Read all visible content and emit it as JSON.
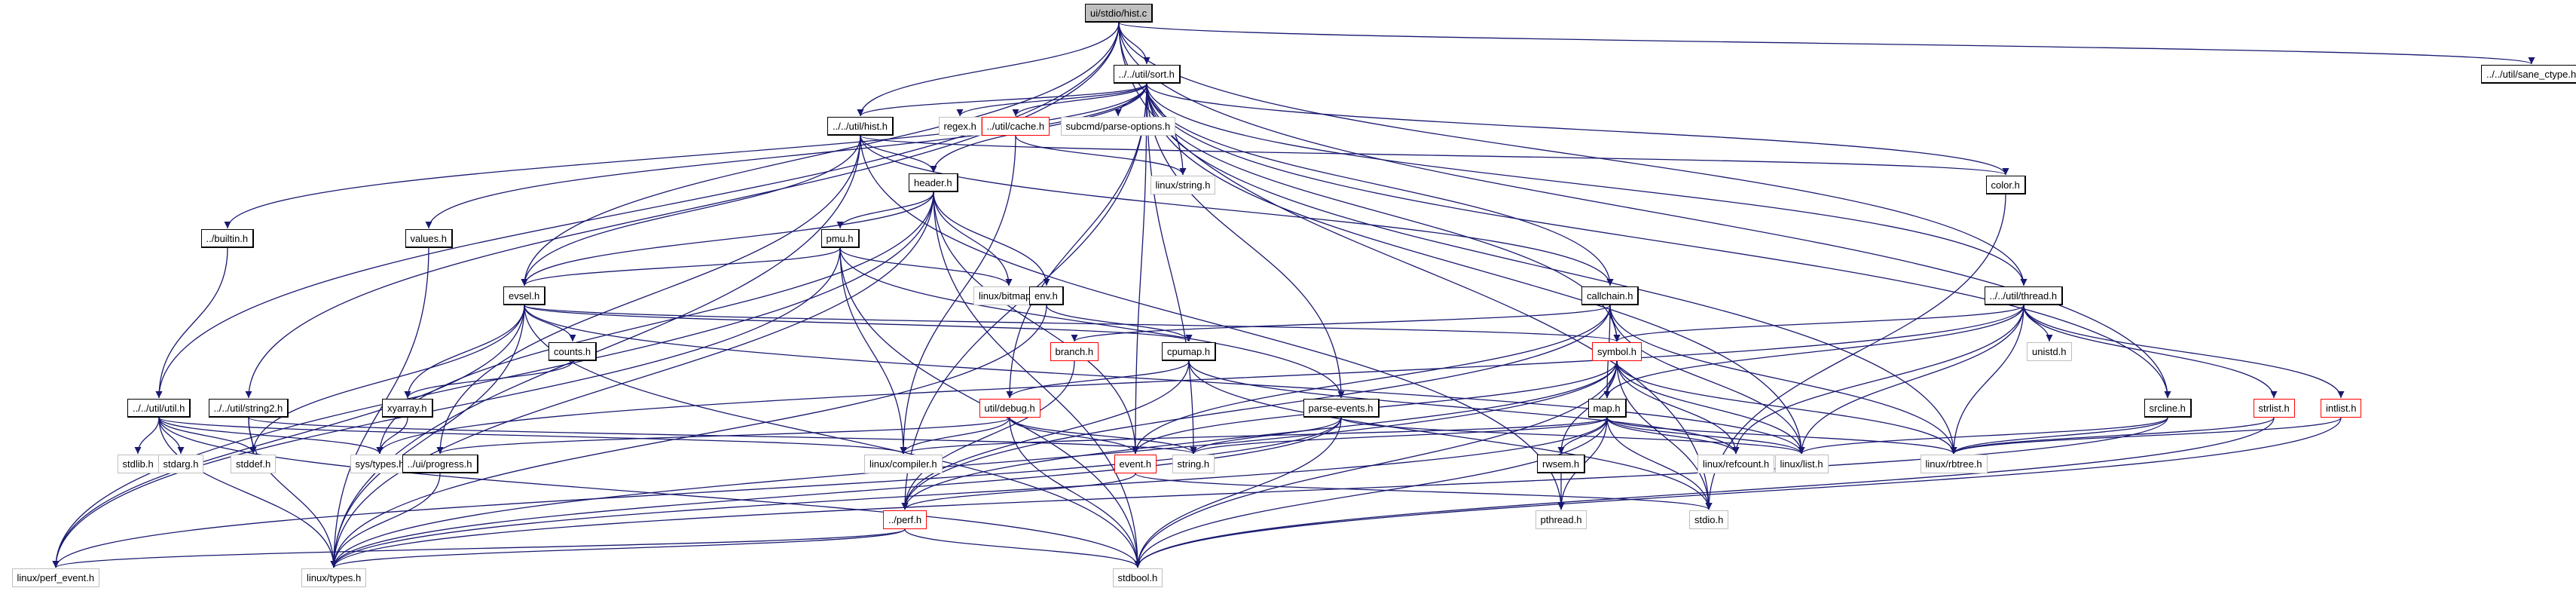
{
  "title": "ui/stdio/hist.c include dependency graph",
  "colors": {
    "edge": "#191970",
    "root_fill": "#bfbfbf",
    "documented_border": "#000000",
    "external_border": "#bfbfbf",
    "truncated_border": "#ff0000"
  },
  "nodes": [
    {
      "id": "hist_c",
      "label": "ui/stdio/hist.c",
      "kind": "root"
    },
    {
      "id": "sort_h",
      "label": "../../util/sort.h",
      "kind": "documented"
    },
    {
      "id": "sane_ctype_h",
      "label": "../../util/sane_ctype.h",
      "kind": "documented"
    },
    {
      "id": "hist_h",
      "label": "../../util/hist.h",
      "kind": "documented"
    },
    {
      "id": "regex_h",
      "label": "regex.h",
      "kind": "external"
    },
    {
      "id": "cache_h",
      "label": "../util/cache.h",
      "kind": "truncated"
    },
    {
      "id": "parse_options_h",
      "label": "subcmd/parse-options.h",
      "kind": "external"
    },
    {
      "id": "linux_string_h",
      "label": "linux/string.h",
      "kind": "external"
    },
    {
      "id": "color_h",
      "label": "color.h",
      "kind": "documented"
    },
    {
      "id": "header_h",
      "label": "header.h",
      "kind": "documented"
    },
    {
      "id": "builtin_h",
      "label": "../builtin.h",
      "kind": "documented"
    },
    {
      "id": "values_h",
      "label": "values.h",
      "kind": "documented"
    },
    {
      "id": "pmu_h",
      "label": "pmu.h",
      "kind": "documented"
    },
    {
      "id": "linux_bitmap_h",
      "label": "linux/bitmap.h",
      "kind": "external"
    },
    {
      "id": "env_h",
      "label": "env.h",
      "kind": "documented"
    },
    {
      "id": "evsel_h",
      "label": "evsel.h",
      "kind": "documented"
    },
    {
      "id": "callchain_h",
      "label": "callchain.h",
      "kind": "documented"
    },
    {
      "id": "thread_h",
      "label": "../../util/thread.h",
      "kind": "documented"
    },
    {
      "id": "unistd_h",
      "label": "unistd.h",
      "kind": "external"
    },
    {
      "id": "counts_h",
      "label": "counts.h",
      "kind": "documented"
    },
    {
      "id": "branch_h",
      "label": "branch.h",
      "kind": "truncated"
    },
    {
      "id": "cpumap_h",
      "label": "cpumap.h",
      "kind": "documented"
    },
    {
      "id": "symbol_h",
      "label": "symbol.h",
      "kind": "truncated"
    },
    {
      "id": "strlist_h",
      "label": "strlist.h",
      "kind": "truncated"
    },
    {
      "id": "intlist_h",
      "label": "intlist.h",
      "kind": "truncated"
    },
    {
      "id": "util_h",
      "label": "../../util/util.h",
      "kind": "documented"
    },
    {
      "id": "string2_h",
      "label": "../../util/string2.h",
      "kind": "documented"
    },
    {
      "id": "xyarray_h",
      "label": "xyarray.h",
      "kind": "documented"
    },
    {
      "id": "debug_h",
      "label": "util/debug.h",
      "kind": "truncated"
    },
    {
      "id": "parse_events_h",
      "label": "parse-events.h",
      "kind": "documented"
    },
    {
      "id": "map_h",
      "label": "map.h",
      "kind": "documented"
    },
    {
      "id": "srcline_h",
      "label": "srcline.h",
      "kind": "documented"
    },
    {
      "id": "stdlib_h",
      "label": "stdlib.h",
      "kind": "external"
    },
    {
      "id": "stdarg_h",
      "label": "stdarg.h",
      "kind": "external"
    },
    {
      "id": "stddef_h",
      "label": "stddef.h",
      "kind": "external"
    },
    {
      "id": "sys_types_h",
      "label": "sys/types.h",
      "kind": "external"
    },
    {
      "id": "progress_h",
      "label": "../ui/progress.h",
      "kind": "documented"
    },
    {
      "id": "linux_compiler_h",
      "label": "linux/compiler.h",
      "kind": "external"
    },
    {
      "id": "event_h",
      "label": "event.h",
      "kind": "truncated"
    },
    {
      "id": "string_h",
      "label": "string.h",
      "kind": "external"
    },
    {
      "id": "rwsem_h",
      "label": "rwsem.h",
      "kind": "documented"
    },
    {
      "id": "linux_refcount_h",
      "label": "linux/refcount.h",
      "kind": "external"
    },
    {
      "id": "linux_list_h",
      "label": "linux/list.h",
      "kind": "external"
    },
    {
      "id": "linux_rbtree_h",
      "label": "linux/rbtree.h",
      "kind": "external"
    },
    {
      "id": "perf_h",
      "label": "../perf.h",
      "kind": "truncated"
    },
    {
      "id": "stdio_h",
      "label": "stdio.h",
      "kind": "external"
    },
    {
      "id": "pthread_h",
      "label": "pthread.h",
      "kind": "external"
    },
    {
      "id": "linux_perf_event_h",
      "label": "linux/perf_event.h",
      "kind": "external"
    },
    {
      "id": "linux_types_h",
      "label": "linux/types.h",
      "kind": "external"
    },
    {
      "id": "stdbool_h",
      "label": "stdbool.h",
      "kind": "external"
    }
  ],
  "edges": [
    [
      "hist_c",
      "sort_h"
    ],
    [
      "hist_c",
      "sane_ctype_h"
    ],
    [
      "hist_c",
      "hist_h"
    ],
    [
      "hist_c",
      "util_h"
    ],
    [
      "hist_c",
      "string2_h"
    ],
    [
      "hist_c",
      "evsel_h"
    ],
    [
      "hist_c",
      "linux_string_h"
    ],
    [
      "hist_c",
      "srcline_h"
    ],
    [
      "hist_c",
      "thread_h"
    ],
    [
      "hist_c",
      "stdio_h"
    ],
    [
      "sort_h",
      "hist_h"
    ],
    [
      "sort_h",
      "regex_h"
    ],
    [
      "sort_h",
      "cache_h"
    ],
    [
      "sort_h",
      "parse_options_h"
    ],
    [
      "sort_h",
      "color_h"
    ],
    [
      "sort_h",
      "header_h"
    ],
    [
      "sort_h",
      "builtin_h"
    ],
    [
      "sort_h",
      "values_h"
    ],
    [
      "sort_h",
      "callchain_h"
    ],
    [
      "sort_h",
      "symbol_h"
    ],
    [
      "sort_h",
      "thread_h"
    ],
    [
      "sort_h",
      "srcline_h"
    ],
    [
      "sort_h",
      "linux_list_h"
    ],
    [
      "sort_h",
      "string_h"
    ],
    [
      "sort_h",
      "parse_events_h"
    ],
    [
      "sort_h",
      "debug_h"
    ],
    [
      "sort_h",
      "perf_h"
    ],
    [
      "sort_h",
      "linux_rbtree_h"
    ],
    [
      "sort_h",
      "event_h"
    ],
    [
      "hist_h",
      "header_h"
    ],
    [
      "hist_h",
      "evsel_h"
    ],
    [
      "hist_h",
      "color_h"
    ],
    [
      "hist_h",
      "callchain_h"
    ],
    [
      "hist_h",
      "progress_h"
    ],
    [
      "hist_h",
      "linux_types_h"
    ],
    [
      "hist_h",
      "pthread_h"
    ],
    [
      "cache_h",
      "linux_string_h"
    ],
    [
      "cache_h",
      "linux_compiler_h"
    ],
    [
      "color_h",
      "stdio_h"
    ],
    [
      "header_h",
      "pmu_h"
    ],
    [
      "header_h",
      "linux_bitmap_h"
    ],
    [
      "header_h",
      "env_h"
    ],
    [
      "header_h",
      "evsel_h"
    ],
    [
      "header_h",
      "linux_types_h"
    ],
    [
      "header_h",
      "stdbool_h"
    ],
    [
      "header_h",
      "sys_types_h"
    ],
    [
      "header_h",
      "linux_perf_event_h"
    ],
    [
      "header_h",
      "event_h"
    ],
    [
      "builtin_h",
      "util_h"
    ],
    [
      "values_h",
      "linux_types_h"
    ],
    [
      "pmu_h",
      "linux_bitmap_h"
    ],
    [
      "pmu_h",
      "evsel_h"
    ],
    [
      "pmu_h",
      "linux_compiler_h"
    ],
    [
      "pmu_h",
      "linux_perf_event_h"
    ],
    [
      "pmu_h",
      "stdbool_h"
    ],
    [
      "pmu_h",
      "parse_events_h"
    ],
    [
      "env_h",
      "cpumap_h"
    ],
    [
      "env_h",
      "linux_types_h"
    ],
    [
      "evsel_h",
      "counts_h"
    ],
    [
      "evsel_h",
      "xyarray_h"
    ],
    [
      "evsel_h",
      "cpumap_h"
    ],
    [
      "evsel_h",
      "symbol_h"
    ],
    [
      "evsel_h",
      "stdbool_h"
    ],
    [
      "evsel_h",
      "stddef_h"
    ],
    [
      "evsel_h",
      "linux_perf_event_h"
    ],
    [
      "evsel_h",
      "linux_types_h"
    ],
    [
      "evsel_h",
      "linux_list_h"
    ],
    [
      "callchain_h",
      "symbol_h"
    ],
    [
      "callchain_h",
      "map_h"
    ],
    [
      "callchain_h",
      "branch_h"
    ],
    [
      "callchain_h",
      "linux_list_h"
    ],
    [
      "callchain_h",
      "linux_rbtree_h"
    ],
    [
      "callchain_h",
      "event_h"
    ],
    [
      "callchain_h",
      "perf_h"
    ],
    [
      "thread_h",
      "symbol_h"
    ],
    [
      "thread_h",
      "unistd_h"
    ],
    [
      "thread_h",
      "strlist_h"
    ],
    [
      "thread_h",
      "intlist_h"
    ],
    [
      "thread_h",
      "linux_rbtree_h"
    ],
    [
      "thread_h",
      "linux_list_h"
    ],
    [
      "thread_h",
      "linux_refcount_h"
    ],
    [
      "thread_h",
      "map_h"
    ],
    [
      "thread_h",
      "sys_types_h"
    ],
    [
      "counts_h",
      "xyarray_h"
    ],
    [
      "xyarray_h",
      "sys_types_h"
    ],
    [
      "branch_h",
      "perf_h"
    ],
    [
      "cpumap_h",
      "debug_h"
    ],
    [
      "cpumap_h",
      "perf_h"
    ],
    [
      "cpumap_h",
      "stdio_h"
    ],
    [
      "cpumap_h",
      "linux_refcount_h"
    ],
    [
      "symbol_h",
      "map_h"
    ],
    [
      "symbol_h",
      "linux_list_h"
    ],
    [
      "symbol_h",
      "linux_rbtree_h"
    ],
    [
      "symbol_h",
      "stdio_h"
    ],
    [
      "symbol_h",
      "event_h"
    ],
    [
      "symbol_h",
      "rwsem_h"
    ],
    [
      "symbol_h",
      "perf_h"
    ],
    [
      "symbol_h",
      "linux_types_h"
    ],
    [
      "symbol_h",
      "stdbool_h"
    ],
    [
      "symbol_h",
      "linux_refcount_h"
    ],
    [
      "strlist_h",
      "linux_rbtree_h"
    ],
    [
      "strlist_h",
      "stdbool_h"
    ],
    [
      "intlist_h",
      "linux_rbtree_h"
    ],
    [
      "intlist_h",
      "stdbool_h"
    ],
    [
      "util_h",
      "stdlib_h"
    ],
    [
      "util_h",
      "stdarg_h"
    ],
    [
      "util_h",
      "stddef_h"
    ],
    [
      "util_h",
      "sys_types_h"
    ],
    [
      "util_h",
      "linux_compiler_h"
    ],
    [
      "util_h",
      "stdbool_h"
    ],
    [
      "util_h",
      "linux_types_h"
    ],
    [
      "string2_h",
      "stddef_h"
    ],
    [
      "string2_h",
      "linux_types_h"
    ],
    [
      "string2_h",
      "string_h"
    ],
    [
      "debug_h",
      "linux_compiler_h"
    ],
    [
      "debug_h",
      "event_h"
    ],
    [
      "debug_h",
      "string_h"
    ],
    [
      "debug_h",
      "progress_h"
    ],
    [
      "debug_h",
      "stdbool_h"
    ],
    [
      "parse_events_h",
      "linux_list_h"
    ],
    [
      "parse_events_h",
      "string_h"
    ],
    [
      "parse_events_h",
      "stdbool_h"
    ],
    [
      "parse_events_h",
      "linux_types_h"
    ],
    [
      "parse_events_h",
      "linux_perf_event_h"
    ],
    [
      "map_h",
      "rwsem_h"
    ],
    [
      "map_h",
      "pthread_h"
    ],
    [
      "map_h",
      "linux_refcount_h"
    ],
    [
      "map_h",
      "linux_list_h"
    ],
    [
      "map_h",
      "linux_rbtree_h"
    ],
    [
      "map_h",
      "stdio_h"
    ],
    [
      "map_h",
      "string_h"
    ],
    [
      "map_h",
      "stdbool_h"
    ],
    [
      "map_h",
      "linux_types_h"
    ],
    [
      "map_h",
      "linux_compiler_h"
    ],
    [
      "srcline_h",
      "linux_list_h"
    ],
    [
      "srcline_h",
      "linux_rbtree_h"
    ],
    [
      "srcline_h",
      "linux_types_h"
    ],
    [
      "progress_h",
      "linux_types_h"
    ],
    [
      "event_h",
      "perf_h"
    ],
    [
      "event_h",
      "stdio_h"
    ],
    [
      "rwsem_h",
      "pthread_h"
    ],
    [
      "perf_h",
      "linux_types_h"
    ],
    [
      "perf_h",
      "stdbool_h"
    ],
    [
      "perf_h",
      "linux_perf_event_h"
    ]
  ]
}
